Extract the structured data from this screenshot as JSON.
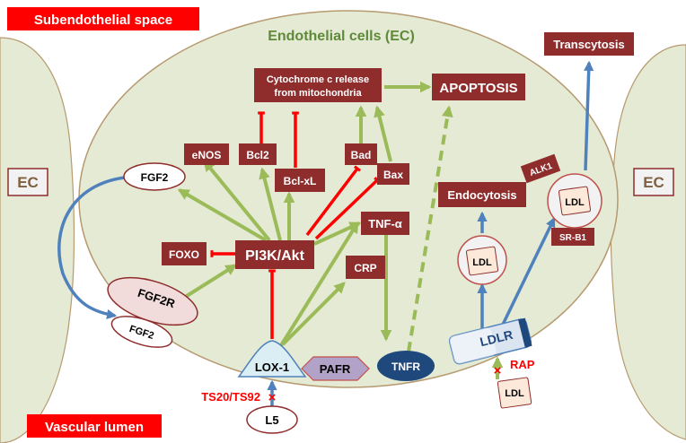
{
  "regions": {
    "subendothelial": "Subendothelial space",
    "lumen": "Vascular lumen",
    "cell": "Endothelial cells (EC)",
    "ec_left": "EC",
    "ec_right": "EC"
  },
  "nodes": {
    "cytochrome_line1": "Cytochrome c release",
    "cytochrome_line2": "from mitochondria",
    "apoptosis": "APOPTOSIS",
    "transcytosis": "Transcytosis",
    "enos": "eNOS",
    "bcl2": "Bcl2",
    "bclxl": "Bcl-xL",
    "bad": "Bad",
    "bax": "Bax",
    "foxo": "FOXO",
    "pi3k": "PI3K/Akt",
    "tnfa": "TNF-α",
    "crp": "CRP",
    "endocytosis": "Endocytosis",
    "alk1": "ALK1",
    "srb1": "SR-B1",
    "fgf2_top": "FGF2",
    "fgf2r": "FGF2R",
    "fgf2_bottom": "FGF2",
    "lox1": "LOX-1",
    "pafr": "PAFR",
    "tnfr": "TNFR",
    "ldlr": "LDLR",
    "ldl_endo": "LDL",
    "ldl_trans": "LDL",
    "ldl_bottom": "LDL",
    "rap": "RAP",
    "ts": "TS20/TS92",
    "l5": "L5"
  },
  "colors": {
    "ec_fill": "#e4ead3",
    "ec_stroke": "#b79a70",
    "box_fill": "#8f2d2d",
    "red_label": "#ff0000",
    "green_arrow": "#9bbb59",
    "blue_arrow": "#4f81bd",
    "inhibit_red": "#ff0000",
    "ldl_fill": "#fde9d9",
    "fgf2r_fill": "#f2dcdb",
    "pafr_fill": "#b3a2c7",
    "tnfr_fill": "#1f497d",
    "lox1_fill": "#dbeef4"
  }
}
